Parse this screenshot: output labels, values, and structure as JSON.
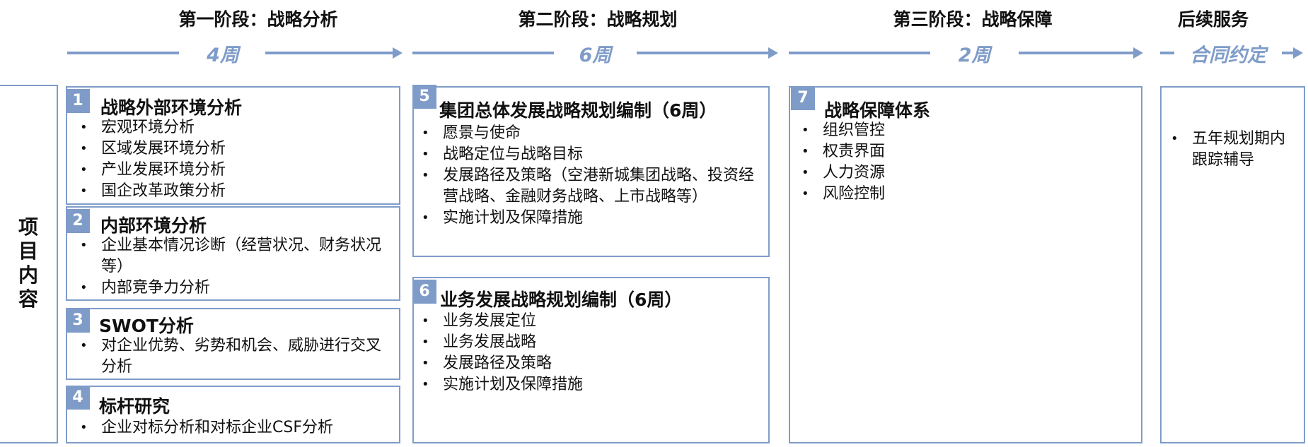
{
  "colors": {
    "accent": "#7f9cc9",
    "text": "#111111"
  },
  "row_label": "项目内容",
  "phases": [
    {
      "title": "第一阶段：战略分析",
      "duration": "4周"
    },
    {
      "title": "第二阶段：战略规划",
      "duration": "6周"
    },
    {
      "title": "第三阶段：战略保障",
      "duration": "2周"
    },
    {
      "title": "后续服务",
      "duration": "合同约定"
    }
  ],
  "boxes": [
    {
      "num": "1",
      "title": "战略外部环境分析",
      "items": [
        "宏观环境分析",
        "区域发展环境分析",
        "产业发展环境分析",
        "国企改革政策分析"
      ]
    },
    {
      "num": "2",
      "title": "内部环境分析",
      "items": [
        "企业基本情况诊断（经营状况、财务状况等）",
        "内部竞争力分析"
      ]
    },
    {
      "num": "3",
      "title": "SWOT分析",
      "items": [
        "对企业优势、劣势和机会、威胁进行交叉分析"
      ]
    },
    {
      "num": "4",
      "title": "标杆研究",
      "items": [
        "企业对标分析和对标企业CSF分析"
      ]
    },
    {
      "num": "5",
      "title": "集团总体发展战略规划编制（6周）",
      "items": [
        "愿景与使命",
        "战略定位与战略目标",
        "发展路径及策略（空港新城集团战略、投资经营战略、金融财务战略、上市战略等）",
        "实施计划及保障措施"
      ]
    },
    {
      "num": "6",
      "title": "业务发展战略规划编制（6周）",
      "items": [
        "业务发展定位",
        "业务发展战略",
        "发展路径及策略",
        "实施计划及保障措施"
      ]
    },
    {
      "num": "7",
      "title": "战略保障体系",
      "items": [
        "组织管控",
        "权责界面",
        "人力资源",
        "风险控制"
      ]
    }
  ],
  "followup": {
    "items": [
      "五年规划期内跟踪辅导"
    ]
  }
}
